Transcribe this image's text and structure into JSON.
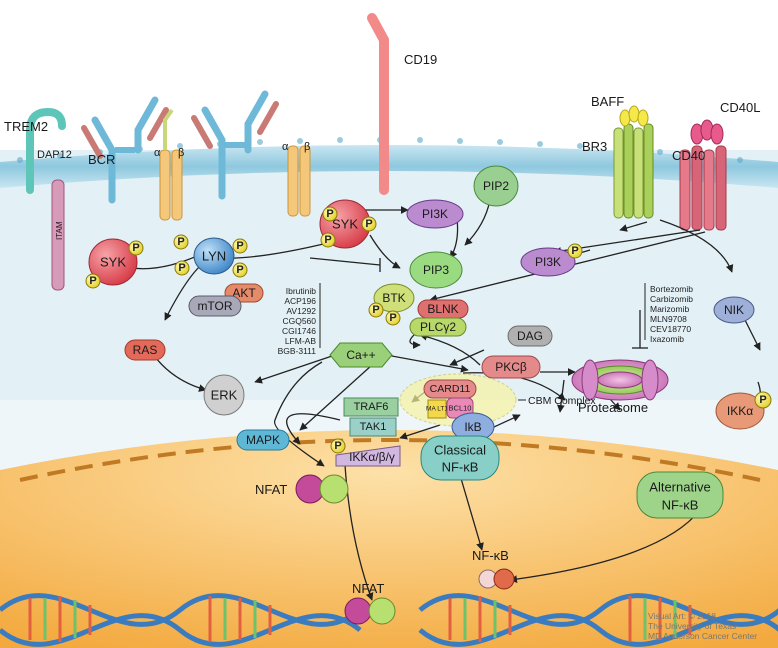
{
  "receptors": {
    "trem2": "TREM2",
    "dap12": "DAP12",
    "itam": "ITAM",
    "bcr": "BCR",
    "alpha1": "α",
    "beta1": "β",
    "alpha2": "α",
    "beta2": "β",
    "cd19": "CD19",
    "baff": "BAFF",
    "br3": "BR3",
    "cd40l": "CD40L",
    "cd40": "CD40"
  },
  "nodes": {
    "syk_left": "SYK",
    "lyn": "LYN",
    "syk_mid": "SYK",
    "pi3k_top": "PI3K",
    "pip2": "PIP2",
    "pi3k_right": "PI3K",
    "pip3": "PIP3",
    "akt": "AKT",
    "mtor": "mTOR",
    "btk": "BTK",
    "blnk": "BLNK",
    "plcg2": "PLCγ2",
    "dag": "DAG",
    "ca": "Ca++",
    "pkcb": "PKCβ",
    "ras": "RAS",
    "erk": "ERK",
    "mapk": "MAPK",
    "card11": "CARD11",
    "malt1": "MA LT1",
    "bcl10": "BCL10",
    "cbm": "CBM Complex",
    "traf6": "TRAF6",
    "tak1": "TAK1",
    "ikk_abg": "IKKα/β/γ",
    "ikb": "IkB",
    "classical_nfkb_1": "Classical",
    "classical_nfkb_2": "NF-κB",
    "nik": "NIK",
    "ikka": "IKKα",
    "alt_nfkb_1": "Alternative",
    "alt_nfkb_2": "NF-κB",
    "proteasome": "Proteasome",
    "nfat": "NFAT",
    "nfkb_nucleus": "NF-κB",
    "nfat_nucleus": "NFAT",
    "phospho": "P"
  },
  "btk_inhibitors": [
    "Ibrutinib",
    "ACP196",
    "AV1292",
    "CGQ560",
    "CGI1746",
    "LFM-AB",
    "BGB-3111"
  ],
  "proteasome_inhibitors": [
    "Bortezomib",
    "Carbizomib",
    "Marizomib",
    "MLN9708",
    "CEV18770",
    "Ixazomib"
  ],
  "credit": [
    "Visual Art: © 2018",
    "The University of Texas",
    "MD Anderson Cancer Center"
  ],
  "colors": {
    "membrane": "#8fc9e0",
    "cytoplasm": "#e8f3f7",
    "nucleus": "#f6b452",
    "syk": "#e8505c",
    "lyn": "#6aa9db",
    "phospho": "#f2e24a",
    "pi3k": "#b07fc4",
    "pip": "#8fcf8a",
    "btk": "#c6e06a",
    "blnk": "#e07070",
    "dag": "#a8a8a8",
    "nfkb": "#79c9c0",
    "nik": "#8a9fd0",
    "proteasome": "#b27ac6"
  }
}
